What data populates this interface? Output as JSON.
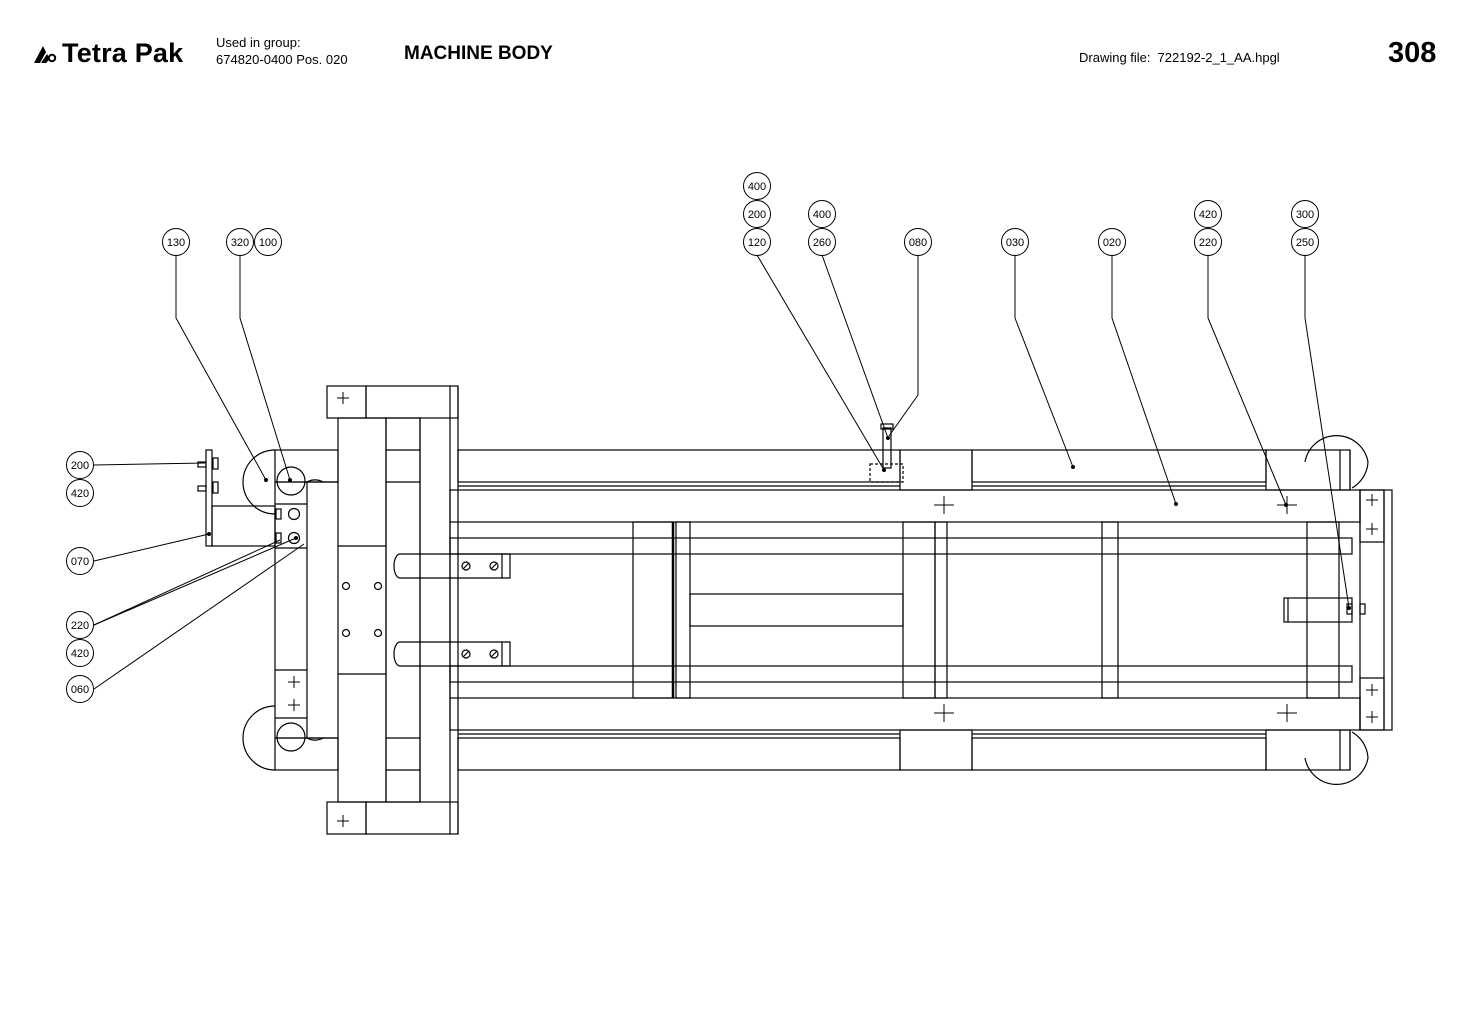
{
  "header": {
    "brand": "Tetra Pak",
    "used_in_group_label": "Used in group:",
    "used_in_group_value": "674820-0400 Pos. 020",
    "title": "MACHINE BODY",
    "drawing_file_label": "Drawing file:",
    "drawing_file_value": "722192-2_1_AA.hpgl",
    "page_number": "308"
  },
  "callouts": {
    "c130": "130",
    "c320": "320",
    "c100": "100",
    "c400a": "400",
    "c200a": "200",
    "c120": "120",
    "c400b": "400",
    "c260": "260",
    "c080": "080",
    "c030": "030",
    "c020": "020",
    "c420a": "420",
    "c220a": "220",
    "c300": "300",
    "c250": "250",
    "c200b": "200",
    "c420b": "420",
    "c070": "070",
    "c220b": "220",
    "c420c": "420",
    "c060": "060"
  }
}
